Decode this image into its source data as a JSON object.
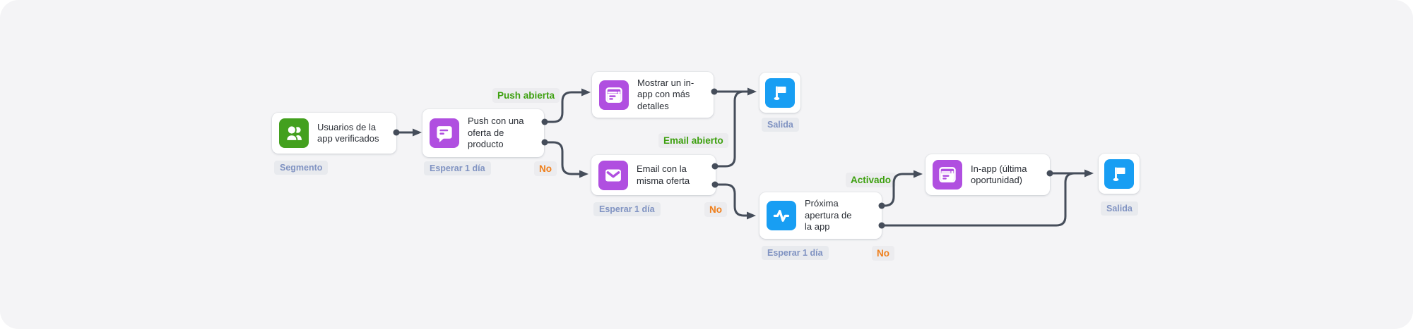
{
  "app": {
    "view": "journey-canvas"
  },
  "colors": {
    "canvas_bg": "#f4f4f6",
    "node_bg": "#ffffff",
    "connector": "#454d5a",
    "segment_green": "#43a01e",
    "message_purple": "#b04fe0",
    "action_blue": "#189ef3",
    "positive_label_green": "#3da00f",
    "negative_label_orange": "#ef7f1b",
    "badge_text_blue_gray": "#8093c2",
    "badge_bg": "#e8eaee"
  },
  "nodes": {
    "segment": {
      "title": "Usuarios de la\napp verificados",
      "badge": "Segmento",
      "icon": "users-icon"
    },
    "push": {
      "title": "Push con una\noferta de\nproducto",
      "badge": "Esperar 1 día",
      "branch_no": "No",
      "icon": "push-message-icon"
    },
    "inapp1": {
      "title": "Mostrar un in-\napp con más\ndetalles",
      "icon": "inapp-message-icon"
    },
    "exit1": {
      "badge": "Salida",
      "icon": "flag-icon"
    },
    "email": {
      "title": "Email con la\nmisma oferta",
      "badge": "Esperar 1 día",
      "branch_no": "No",
      "icon": "email-icon"
    },
    "app_open": {
      "title": "Próxima\napertura de\nla app",
      "badge": "Esperar 1 día",
      "branch_no": "No",
      "icon": "activity-icon"
    },
    "inapp2": {
      "title": "In-app (última\noportunidad)",
      "icon": "inapp-message-icon"
    },
    "exit2": {
      "badge": "Salida",
      "icon": "flag-icon"
    }
  },
  "edge_labels": {
    "push_open": "Push abierta",
    "email_open": "Email abierto",
    "activated": "Activado"
  }
}
